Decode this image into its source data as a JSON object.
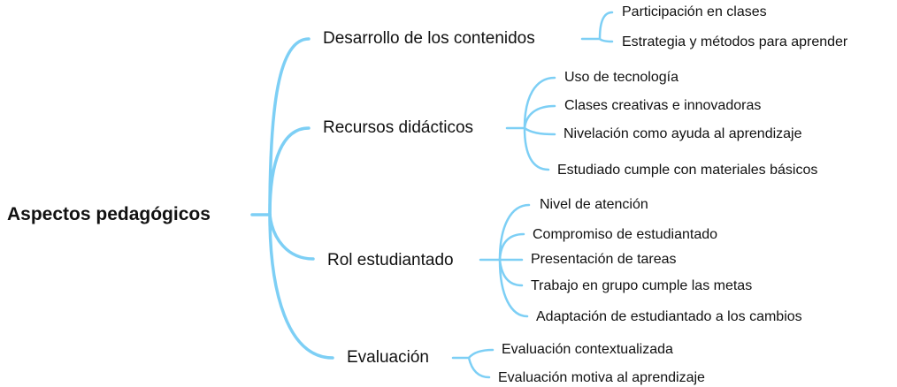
{
  "colors": {
    "line": "#7dcff5",
    "text": "#111111"
  },
  "root": "Aspectos pedagógicos",
  "branches": [
    {
      "label": "Desarrollo de los contenidos",
      "children": [
        "Participación en clases",
        "Estrategia y métodos para aprender"
      ]
    },
    {
      "label": "Recursos didácticos",
      "children": [
        "Uso de tecnología",
        "Clases creativas e innovadoras",
        "Nivelación como ayuda al aprendizaje",
        "Estudiado cumple con materiales básicos"
      ]
    },
    {
      "label": "Rol estudiantado",
      "children": [
        "Nivel de atención",
        "Compromiso de estudiantado",
        "Presentación de tareas",
        "Trabajo en grupo cumple las metas",
        "Adaptación de estudiantado a los cambios"
      ]
    },
    {
      "label": "Evaluación",
      "children": [
        "Evaluación contextualizada",
        "Evaluación motiva al aprendizaje"
      ]
    }
  ]
}
